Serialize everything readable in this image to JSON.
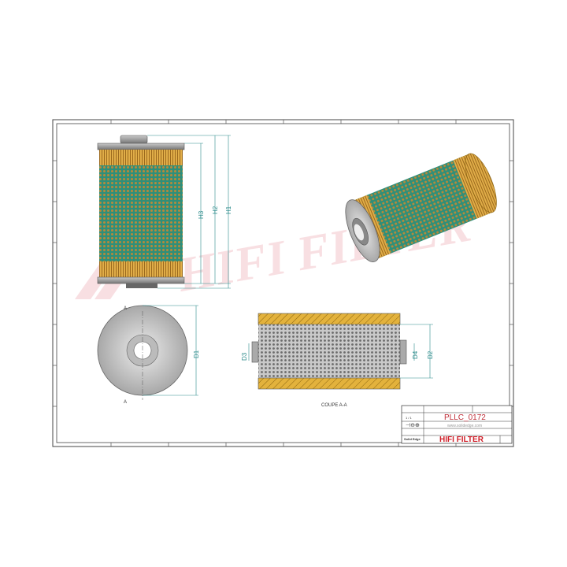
{
  "drawing": {
    "views": {
      "front": {
        "dimensions": [
          "H3",
          "H2",
          "H1"
        ]
      },
      "bottom": {
        "dimensions": [
          "D1"
        ],
        "section_marks": [
          "A",
          "A"
        ]
      },
      "section": {
        "dimensions": [
          "D3",
          "D4",
          "D2"
        ],
        "caption": "COUPE A-A"
      }
    },
    "watermark": "HIFI FILTER",
    "title_block": {
      "part_number": "PLLC_0172",
      "website": "www.solidedge.com",
      "brand": "HIFI FILTER",
      "scale": "1 / 1",
      "software": "Solid Edge"
    },
    "colors": {
      "filter_media": "#2f8f7a",
      "pleats": "#d9a640",
      "caps": "#9a9a9a",
      "dimension": "#2a8a8a",
      "watermark": "#f3c6cc",
      "brand_red": "#d0202a"
    }
  }
}
